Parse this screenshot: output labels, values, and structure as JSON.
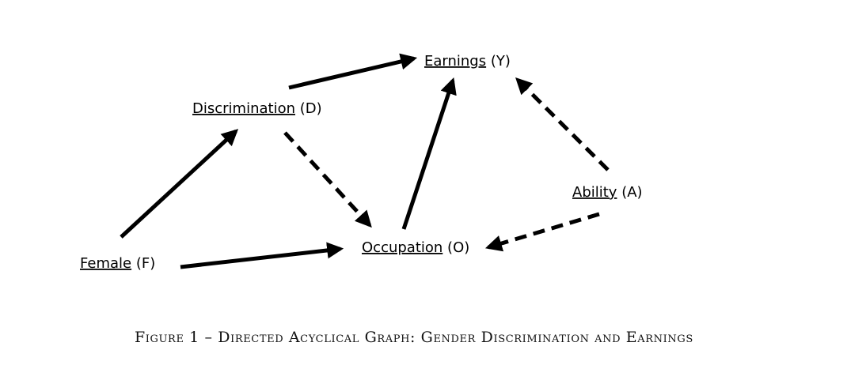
{
  "diagram": {
    "nodes": [
      {
        "id": "earnings",
        "name": "Earnings",
        "symbol": "(Y)"
      },
      {
        "id": "discrimination",
        "name": "Discrimination",
        "symbol": "(D)"
      },
      {
        "id": "ability",
        "name": "Ability",
        "symbol": "(A)"
      },
      {
        "id": "occupation",
        "name": "Occupation",
        "symbol": "(O)"
      },
      {
        "id": "female",
        "name": "Female",
        "symbol": "(F)"
      }
    ],
    "edges": [
      {
        "from": "female",
        "to": "discrimination",
        "style": "solid"
      },
      {
        "from": "female",
        "to": "occupation",
        "style": "solid"
      },
      {
        "from": "discrimination",
        "to": "earnings",
        "style": "solid"
      },
      {
        "from": "discrimination",
        "to": "occupation",
        "style": "dashed"
      },
      {
        "from": "occupation",
        "to": "earnings",
        "style": "solid"
      },
      {
        "from": "ability",
        "to": "earnings",
        "style": "dashed"
      },
      {
        "from": "ability",
        "to": "occupation",
        "style": "dashed"
      }
    ]
  },
  "caption": "Figure 1 – Directed Acyclical Graph: Gender Discrimination and Earnings",
  "colors": {
    "arrow": "#000000",
    "spellcheck_underline": "#d9262a"
  }
}
